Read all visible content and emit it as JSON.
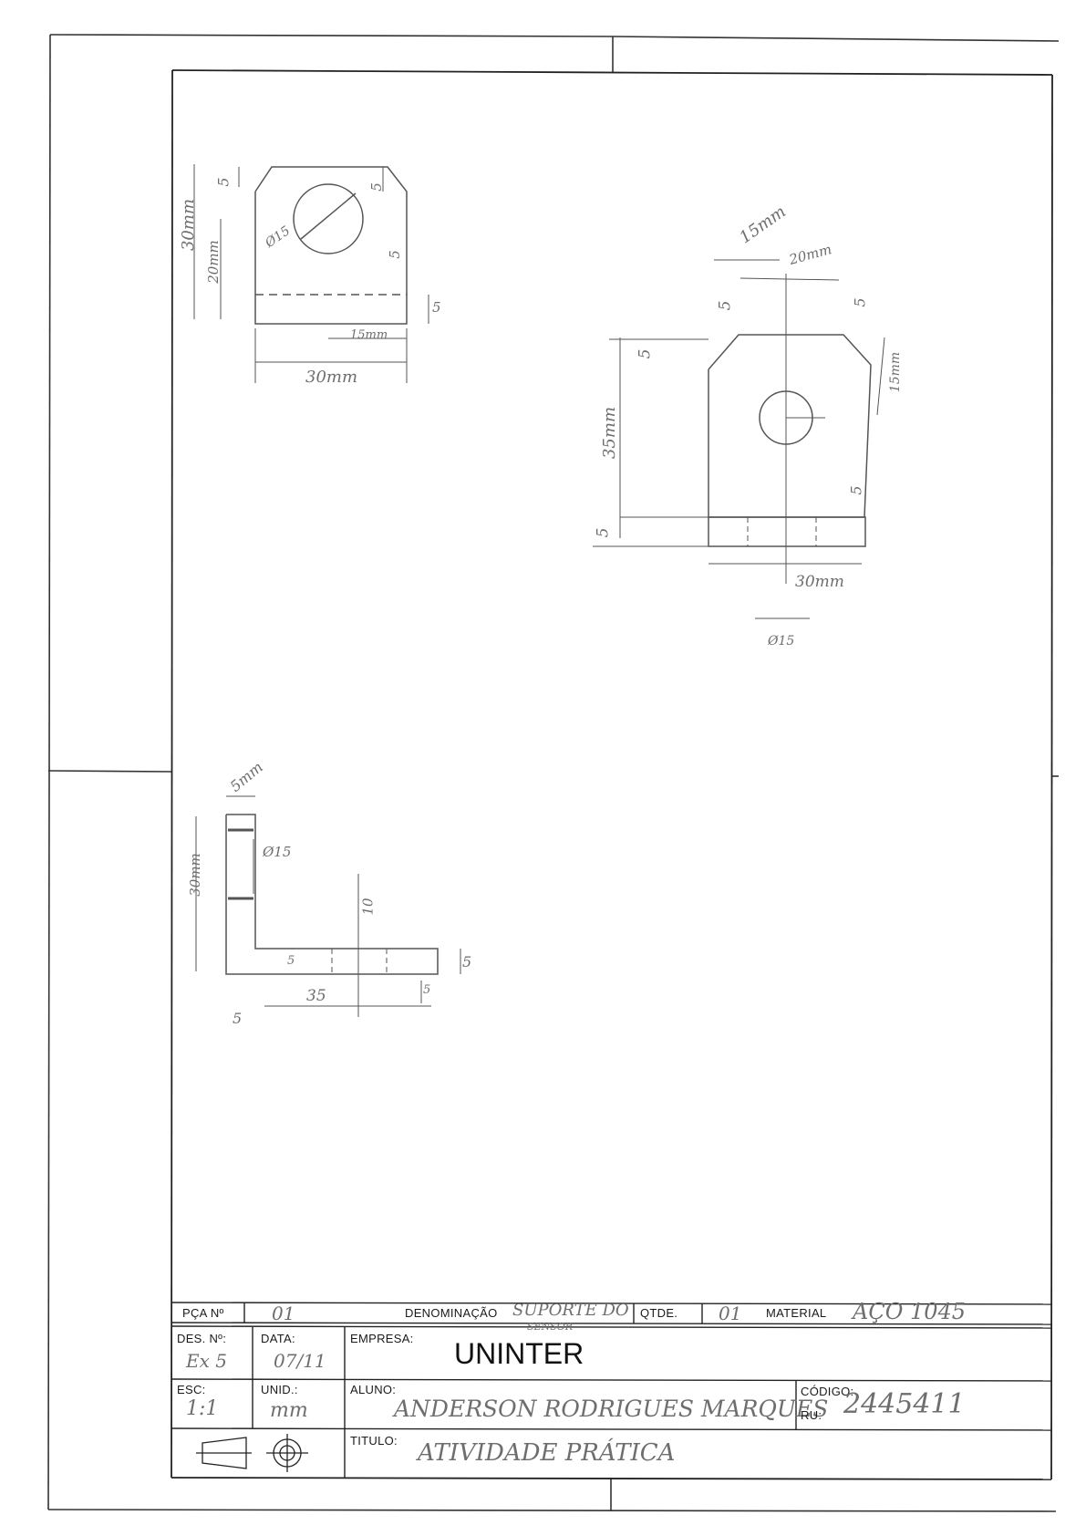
{
  "title_block": {
    "pca_label": "PÇA Nº",
    "pca_value": "01",
    "denominacao_label": "DENOMINAÇÃO",
    "denominacao_value": "SUPORTE DO",
    "denominacao_value2": "SENSOR",
    "qtde_label": "QTDE.",
    "qtde_value": "01",
    "material_label": "MATERIAL",
    "material_value": "AÇO 1045",
    "des_label": "DES. Nº:",
    "des_value": "Ex 5",
    "data_label": "DATA:",
    "data_value": "07/11",
    "empresa_label": "EMPRESA:",
    "empresa_value": "UNINTER",
    "esc_label": "ESC:",
    "esc_value": "1:1",
    "unid_label": "UNID.:",
    "unid_value": "mm",
    "aluno_label": "ALUNO:",
    "aluno_value": "ANDERSON RODRIGUES MARQUES",
    "codigo_label": "CÓDIGO:",
    "ru_label": "RU:",
    "ru_value": "2445411",
    "titulo_label": "TITULO:",
    "titulo_value": "ATIVIDADE PRÁTICA"
  },
  "drawings": {
    "view1": {
      "d_30mm_v": "30mm",
      "d_20mm": "20mm",
      "d_5_top": "5",
      "d_5_right": "5",
      "d_5_side": "5",
      "d_phi15": "Ø15",
      "d_5_low": "5",
      "d_15mm": "15mm",
      "d_30mm_h": "30mm"
    },
    "view2": {
      "d_15mm_top": "15mm",
      "d_20mm": "20mm",
      "d_5_left": "5",
      "d_5_right": "5",
      "d_5_chamfer": "5",
      "d_15mm_right": "15mm",
      "d_35mm": "35mm",
      "d_5_bottom": "5",
      "d_5_base": "5",
      "d_30mm": "30mm",
      "d_phi15": "Ø15"
    },
    "view3": {
      "d_5mm": "5mm",
      "d_30mm": "30mm",
      "d_phi15": "Ø15",
      "d_10": "10",
      "d_5_inner": "5",
      "d_5_right": "5",
      "d_35": "35",
      "d_5_bottom": "5",
      "d_5_small": "5"
    }
  }
}
